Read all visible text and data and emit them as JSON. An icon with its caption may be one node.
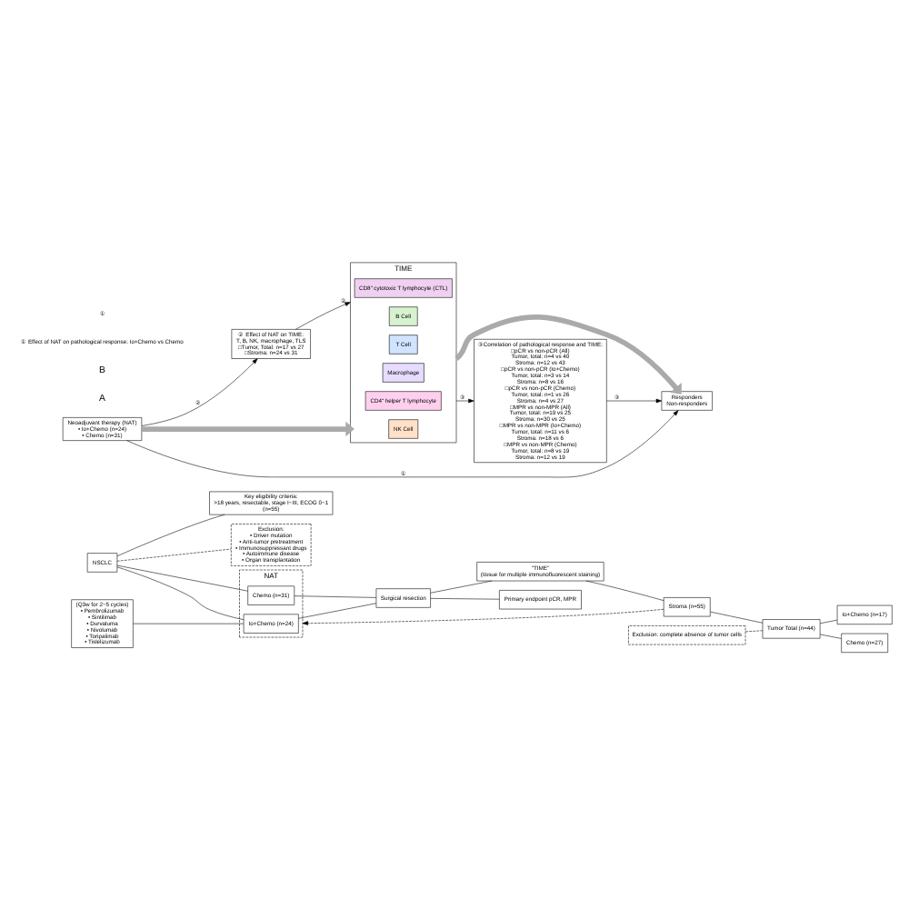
{
  "diagram": {
    "nodes": [
      {
        "text": [
          "NSCLC"
        ]
      },
      {
        "text": [
          "Key eligibility criteria:",
          ">18 years, resectable, stage I~III, ECOG 0~1",
          "(n=55)"
        ]
      },
      {
        "text": [
          "Exclusion:",
          "• Driver mutation",
          "• Anti-tumor pretreatment",
          "• Immunosuppressant drugs",
          "• Autoimmune disease",
          "• Organ transplantation"
        ]
      },
      {
        "text": [
          "(Q3w for 2~5 cycles)",
          "• Pembrolizumab",
          "• Sintilimab",
          "• Durvaluma",
          "• Nivolumab",
          "• Toripalimab",
          "• Tislelizumab"
        ]
      },
      {
        "text": [
          "NAT"
        ]
      },
      {
        "text": [
          "Io+Chemo (n=24)"
        ],
        "in": 4
      },
      {
        "text": [
          "Chemo (n=31)"
        ],
        "in": 4
      },
      {
        "text": [
          "Surgical resection"
        ]
      },
      {
        "text": [
          "Primary endpoint pCR, MPR"
        ]
      },
      {
        "text": [
          "“TIME”",
          "(tissue for multiple immunofluorescent staining)"
        ]
      },
      {
        "text": [
          "Stroma (n=55)"
        ]
      },
      {
        "text": [
          "Exclusion: complete absence of tumor cells"
        ]
      },
      {
        "text": [
          "Tumor Total (n=44)"
        ]
      },
      {
        "text": [
          "Io+Chemo (n=17)"
        ]
      },
      {
        "text": [
          "Chemo (n=27)"
        ]
      },
      {
        "text": [
          "Neoadjuvant therapy (NAT)",
          "• Io+Chemo (n=24)",
          "• Chemo (n=31)"
        ]
      },
      {
        "text": [
          "TIME"
        ]
      },
      {
        "text": [
          "NK Cell"
        ],
        "in": 16
      },
      {
        "text": [
          "B Cell"
        ],
        "in": 16
      },
      {
        "text": [
          "T Cell"
        ],
        "in": 16
      },
      {
        "text": [
          "Macrophage"
        ],
        "in": 16
      },
      {
        "text": [
          "CD4⁺ helper T lymphocyte"
        ],
        "in": 16
      },
      {
        "text": [
          "CD8⁺ cytotoxic T lymphocyte (CTL)"
        ],
        "in": 16
      },
      {
        "text": [
          "Responders",
          "Non-responders"
        ]
      },
      {
        "text": [
          "② Effect of NAT on TIME:",
          "T, B, NK, macrophage, TLS",
          "□Tumor, Total: n=17 vs 27",
          "□Stroma: n=24 vs 31"
        ]
      },
      {
        "text": [
          "③Correlation of pathological response and TIME:",
          "□pCR vs non-pCR (All)",
          "Tumor, total: n=4 vs 40",
          "Stroma: n=12 vs 43",
          "□pCR vs non-pCR (Io+Chemo)",
          "Tumor, total: n=3 vs 14",
          "Stroma: n=8 vs 16",
          "□pCR vs non-pCR (Chemo)",
          "Tumor, total: n=1 vs 26",
          "Stroma: n=4 vs 27",
          "□MPR vs non-MPR (All)",
          "Tumor, total: n=19 vs 25",
          "Stroma: n=30 vs 25",
          "□MPR vs non-MPR (Io+Chemo)",
          "Tumor, total: n=11 vs 6",
          "Stroma: n=18 vs 6",
          "□MPR vs non-MPR (Chemo)",
          "Tumor, total: n=8 vs 19",
          "Stroma: n=12 vs 19"
        ]
      }
    ],
    "edges": [
      {
        "from": 0,
        "to": 1,
        "arrow": "none"
      },
      {
        "from": 0,
        "to": 2,
        "arrow": "none",
        "style": "dashed"
      },
      {
        "from": 0,
        "to": 5,
        "arrow": "none"
      },
      {
        "from": 0,
        "to": 6,
        "arrow": "none"
      },
      {
        "from": 3,
        "to": 5,
        "arrow": "none"
      },
      {
        "from": 5,
        "to": 7,
        "arrow": "none"
      },
      {
        "from": 6,
        "to": 7,
        "arrow": "none"
      },
      {
        "from": 7,
        "to": 8,
        "arrow": "none"
      },
      {
        "from": 7,
        "to": 9,
        "arrow": "none"
      },
      {
        "from": 9,
        "to": 10,
        "arrow": "none"
      },
      {
        "from": 10,
        "to": 4,
        "arrow": "to",
        "style": "dashed"
      },
      {
        "from": 10,
        "to": 12,
        "arrow": "none"
      },
      {
        "from": 11,
        "to": 12,
        "arrow": "none",
        "style": "dashed"
      },
      {
        "from": 12,
        "to": 13,
        "arrow": "none"
      },
      {
        "from": 12,
        "to": 14,
        "arrow": "none"
      },
      {
        "from": 15,
        "to": 16,
        "arrow": "to",
        "style": "thick",
        "color": "#aaaaaa"
      },
      {
        "from": 16,
        "to": 23,
        "arrow": "to",
        "style": "thick",
        "color": "#aaaaaa"
      },
      {
        "from": 15,
        "to": 23,
        "arrow": "to",
        "label": "①"
      },
      {
        "from": 15,
        "to": 24,
        "arrow": "to",
        "label": "②"
      },
      {
        "from": 24,
        "to": 16,
        "arrow": "to",
        "label": "②"
      },
      {
        "from": 16,
        "to": 25,
        "arrow": "to",
        "label": "③"
      },
      {
        "from": 25,
        "to": 23,
        "arrow": "to",
        "label": "③"
      }
    ],
    "labels": [
      "A",
      "B",
      "① Effect of NAT on pathological response: Io+Chemo vs Chemo",
      "①"
    ]
  }
}
